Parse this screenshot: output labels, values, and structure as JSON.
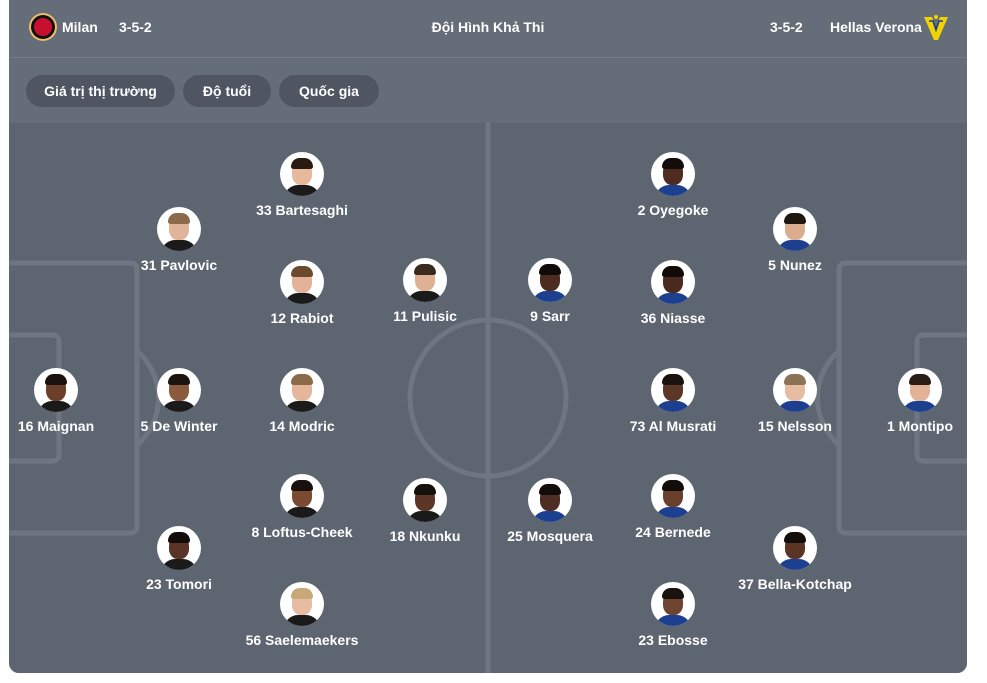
{
  "header": {
    "home_team": "Milan",
    "home_formation": "3-5-2",
    "title": "Đội Hình Khả Thi",
    "away_formation": "3-5-2",
    "away_team": "Hellas Verona"
  },
  "filters": [
    {
      "label": "Giá trị thị trường"
    },
    {
      "label": "Độ tuổi"
    },
    {
      "label": "Quốc gia"
    }
  ],
  "home_players": [
    {
      "label": "16 Maignan",
      "skin": "#6b3f2a",
      "hair": "#1a1210"
    },
    {
      "label": "5 De Winter",
      "skin": "#8a5a3c",
      "hair": "#1c1410"
    },
    {
      "label": "31 Pavlovic",
      "skin": "#e0b49a",
      "hair": "#8a6a4a"
    },
    {
      "label": "23 Tomori",
      "skin": "#5a3426",
      "hair": "#120c0a"
    },
    {
      "label": "33 Bartesaghi",
      "skin": "#e6b89c",
      "hair": "#2a1a12"
    },
    {
      "label": "12 Rabiot",
      "skin": "#e2b398",
      "hair": "#6b4a2e"
    },
    {
      "label": "14 Modric",
      "skin": "#e4b79c",
      "hair": "#8a6a48"
    },
    {
      "label": "8 Loftus-Cheek",
      "skin": "#7a4a32",
      "hair": "#18100c"
    },
    {
      "label": "56 Saelemaekers",
      "skin": "#e8bca2",
      "hair": "#c9a878"
    },
    {
      "label": "11 Pulisic",
      "skin": "#dfb092",
      "hair": "#3a2a1e"
    },
    {
      "label": "18 Nkunku",
      "skin": "#5e3626",
      "hair": "#16100c"
    }
  ],
  "away_players": [
    {
      "label": "1 Montipo",
      "skin": "#e2b296",
      "hair": "#2a1c14"
    },
    {
      "label": "15 Nelsson",
      "skin": "#e6bca2",
      "hair": "#8a7256"
    },
    {
      "label": "5 Nunez",
      "skin": "#dcac8e",
      "hair": "#1e1610"
    },
    {
      "label": "37 Bella-Kotchap",
      "skin": "#5a3424",
      "hair": "#140e0a"
    },
    {
      "label": "2 Oyegoke",
      "skin": "#4e2c20",
      "hair": "#120c0a"
    },
    {
      "label": "36 Niasse",
      "skin": "#4a2a1e",
      "hair": "#100a08"
    },
    {
      "label": "73 Al Musrati",
      "skin": "#5c3626",
      "hair": "#1a120e"
    },
    {
      "label": "24 Bernede",
      "skin": "#6a402c",
      "hair": "#120c0a"
    },
    {
      "label": "23 Ebosse",
      "skin": "#6e4430",
      "hair": "#1a120e"
    },
    {
      "label": "9 Sarr",
      "skin": "#4c2c20",
      "hair": "#100a08"
    },
    {
      "label": "25 Mosquera",
      "skin": "#4e2e22",
      "hair": "#120c0a"
    }
  ],
  "colors": {
    "panel": "#5d6570",
    "header": "#656d78",
    "pitch_lines": "#6e7681",
    "chip": "#4f5661",
    "milan_red": "#c8102e",
    "verona_yellow": "#f2d200"
  },
  "icons": {
    "home_logo": "milan-crest-icon",
    "away_logo": "verona-crest-icon"
  }
}
